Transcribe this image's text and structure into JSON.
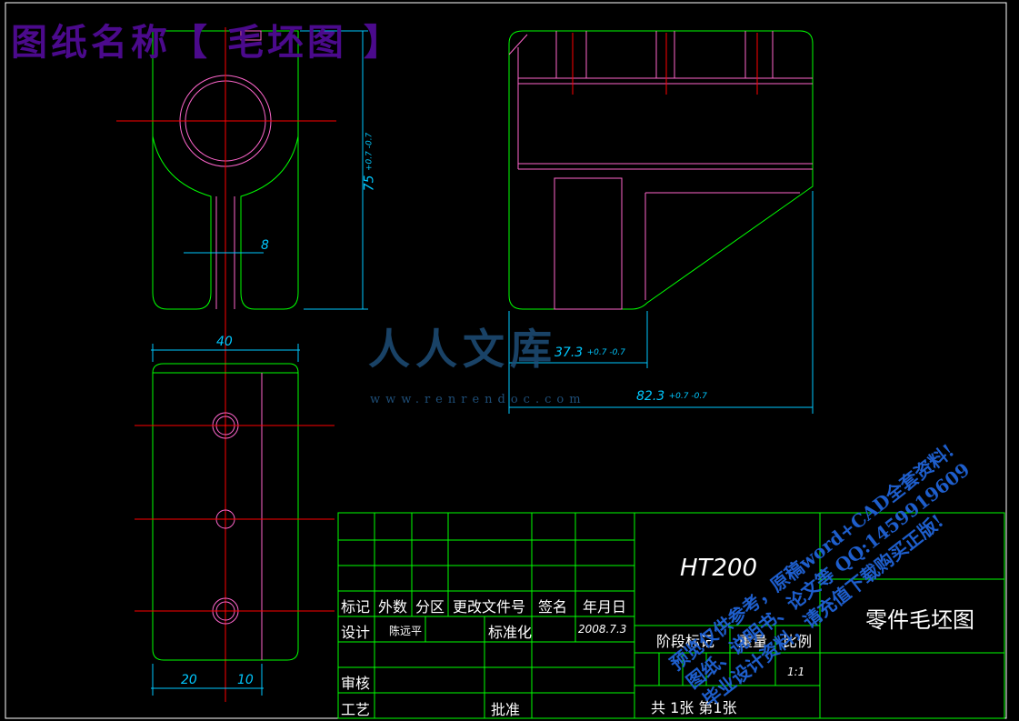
{
  "header": {
    "title": "图纸名称【 毛坯图 】"
  },
  "watermark": {
    "logo_text": "人人文库",
    "url": "www.renrendoc.com",
    "promo_line1": "预览仅供参考，原稿word+CAD全套资料!",
    "promo_line2": "图纸、说明书、论文等 QQ:1459919609",
    "promo_line3": "毕业设计资料，请充值下载购买正版!"
  },
  "dimensions": {
    "height_75": "75",
    "height_75_tol": "+0.7 -0.7",
    "slot_8": "8",
    "width_40": "40",
    "w_20": "20",
    "w_10": "10",
    "d_37": "37.3",
    "d_37_tol": "+0.7 -0.7",
    "d_82": "82.3",
    "d_82_tol": "+0.7 -0.7"
  },
  "title_block": {
    "col_mark": "标记",
    "col_count": "外数",
    "col_zone": "分区",
    "col_change": "更改文件号",
    "col_sign": "签名",
    "col_date": "年月日",
    "design_label": "设计",
    "designer": "陈远平",
    "standard_label": "标准化",
    "date_value": "2008.7.3",
    "review_label": "审核",
    "process_label": "工艺",
    "approve_label": "批准",
    "stage_label": "阶段标记",
    "weight_label": "重量",
    "scale_label": "比例",
    "scale_value": "1:1",
    "sheets": "共 1张 第1张",
    "material": "HT200",
    "part_name": "零件毛坯图"
  },
  "colors": {
    "outline": "#00ff00",
    "hidden": "#ff66cc",
    "centerline": "#ff0000",
    "dimension": "#00c8ff",
    "frame": "#ffffff",
    "table": "#00ff00"
  }
}
